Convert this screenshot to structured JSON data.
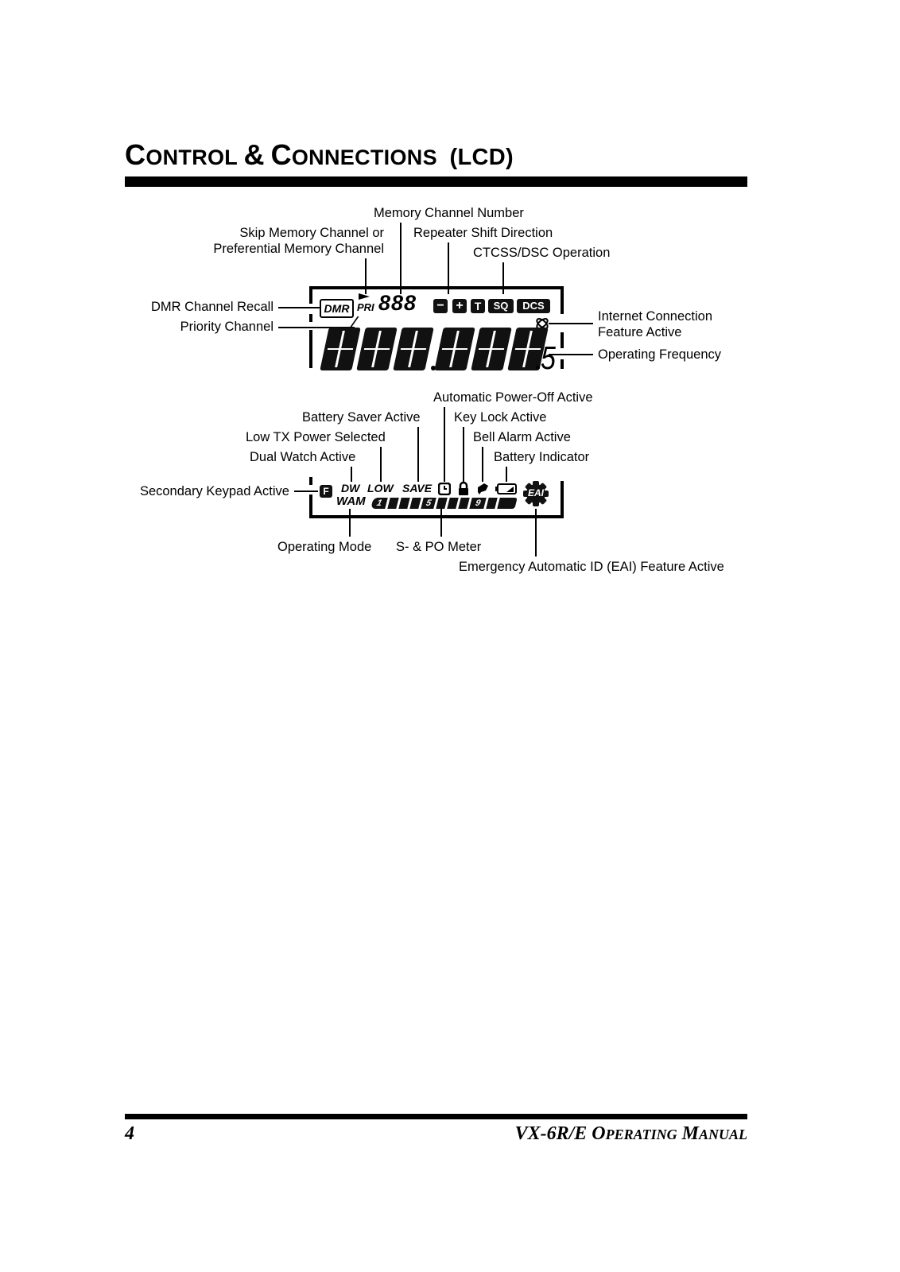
{
  "page": {
    "title": {
      "part1_cap": "C",
      "part1_rest": "ONTROL",
      "amp": "&",
      "part2_cap": "C",
      "part2_rest": "ONNECTIONS",
      "suffix": "(LCD)"
    },
    "footer": {
      "page_number": "4",
      "manual_title_main": "VX-6R/E O",
      "manual_title_sc1": "PERATING",
      "manual_title_m": " M",
      "manual_title_sc2": "ANUAL"
    }
  },
  "lcd_upper": {
    "labels": {
      "memory_channel_number": "Memory Channel Number",
      "skip_memory_line1": "Skip Memory Channel or",
      "skip_memory_line2": "Preferential Memory Channel",
      "repeater_shift": "Repeater Shift Direction",
      "ctcss_dcs": "CTCSS/DSC Operation",
      "dmr_recall": "DMR Channel Recall",
      "priority_channel": "Priority Channel",
      "internet_line1": "Internet Connection",
      "internet_line2": "Feature Active",
      "operating_frequency": "Operating Frequency"
    },
    "indicators": {
      "dmr": "DMR",
      "pri": "PRI",
      "channel_digits": "888",
      "minus": "−",
      "plus": "+",
      "tone": "T",
      "sq": "SQ",
      "dcs": "DCS",
      "internet_icon": "internet-icon",
      "freq_suffix": "5",
      "freq_digit_count": 6
    }
  },
  "lcd_lower": {
    "labels": {
      "auto_power_off": "Automatic Power-Off Active",
      "battery_saver": "Battery Saver Active",
      "key_lock": "Key Lock Active",
      "low_tx": "Low TX Power Selected",
      "bell_alarm": "Bell Alarm Active",
      "dual_watch": "Dual Watch Active",
      "battery_indicator": "Battery Indicator",
      "secondary_keypad": "Secondary Keypad Active",
      "operating_mode": "Operating Mode",
      "s_po_meter": "S- & PO Meter",
      "eai": "Emergency Automatic ID (EAI) Feature Active"
    },
    "indicators": {
      "f": "F",
      "dw": "DW",
      "low": "LOW",
      "save": "SAVE",
      "mode": "WAM",
      "meter_1": "1",
      "meter_5": "5",
      "meter_9": "9",
      "eai": "EAI"
    }
  }
}
